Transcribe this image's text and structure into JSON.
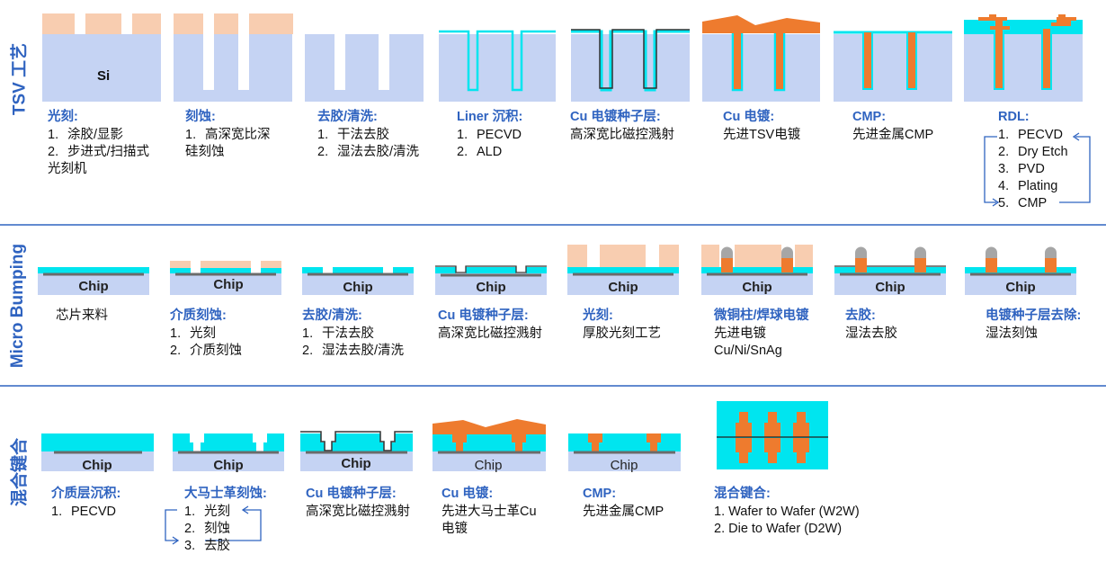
{
  "sections": {
    "tsv": "TSV 工艺",
    "micro": "Micro Bumping",
    "hybrid": "混合键合"
  },
  "diagram_labels": {
    "si": "Si",
    "chip": "Chip"
  },
  "tsv": [
    {
      "title": "光刻:",
      "items": [
        [
          "1.",
          "涂胶/显影"
        ],
        [
          "2.",
          "步进式/扫描式"
        ],
        [
          "",
          "光刻机"
        ]
      ]
    },
    {
      "title": "刻蚀:",
      "items": [
        [
          "1.",
          "高深宽比深"
        ],
        [
          "",
          "硅刻蚀"
        ]
      ]
    },
    {
      "title": "去胶/清洗:",
      "items": [
        [
          "1.",
          "干法去胶"
        ],
        [
          "2.",
          "湿法去胶/清洗"
        ]
      ]
    },
    {
      "title": "Liner 沉积:",
      "items": [
        [
          "1.",
          "PECVD"
        ],
        [
          "2.",
          "ALD"
        ]
      ]
    },
    {
      "title": "Cu 电镀种子层:",
      "items": [
        [
          "",
          "高深宽比磁控溅射"
        ]
      ]
    },
    {
      "title": "Cu 电镀:",
      "items": [
        [
          "",
          "先进TSV电镀"
        ]
      ]
    },
    {
      "title": "CMP:",
      "items": [
        [
          "",
          "先进金属CMP"
        ]
      ]
    },
    {
      "title": "RDL:",
      "items": [
        [
          "1.",
          "PECVD"
        ],
        [
          "2.",
          "Dry Etch"
        ],
        [
          "3.",
          "PVD"
        ],
        [
          "4.",
          "Plating"
        ],
        [
          "5.",
          "CMP"
        ]
      ]
    }
  ],
  "micro": [
    {
      "title": "",
      "items": [
        [
          "",
          "芯片来料"
        ]
      ]
    },
    {
      "title": "介质刻蚀:",
      "items": [
        [
          "1.",
          "光刻"
        ],
        [
          "2.",
          "介质刻蚀"
        ]
      ]
    },
    {
      "title": "去胶/清洗:",
      "items": [
        [
          "1.",
          "干法去胶"
        ],
        [
          "2.",
          "湿法去胶/清洗"
        ]
      ]
    },
    {
      "title": "Cu 电镀种子层:",
      "items": [
        [
          "",
          "高深宽比磁控溅射"
        ]
      ]
    },
    {
      "title": "光刻:",
      "items": [
        [
          "",
          "厚胶光刻工艺"
        ]
      ]
    },
    {
      "title": "微铜柱/焊球电镀",
      "items": [
        [
          "",
          "先进电镀"
        ],
        [
          "",
          "Cu/Ni/SnAg"
        ]
      ]
    },
    {
      "title": "去胶:",
      "items": [
        [
          "",
          "湿法去胶"
        ]
      ]
    },
    {
      "title": "电镀种子层去除:",
      "items": [
        [
          "",
          "湿法刻蚀"
        ]
      ]
    }
  ],
  "hybrid": [
    {
      "title": "介质层沉积:",
      "items": [
        [
          "1.",
          "PECVD"
        ]
      ]
    },
    {
      "title": "大马士革刻蚀:",
      "items": [
        [
          "1.",
          "光刻"
        ],
        [
          "2.",
          "刻蚀"
        ],
        [
          "3.",
          "去胶"
        ]
      ]
    },
    {
      "title": "Cu 电镀种子层:",
      "items": [
        [
          "",
          "高深宽比磁控溅射"
        ]
      ]
    },
    {
      "title": "Cu 电镀:",
      "items": [
        [
          "",
          "先进大马士革Cu"
        ],
        [
          "",
          "电镀"
        ]
      ]
    },
    {
      "title": "CMP:",
      "items": [
        [
          "",
          "先进金属CMP"
        ]
      ]
    },
    {
      "title": "混合键合:",
      "items": [
        [
          "",
          "1. Wafer to Wafer (W2W)"
        ],
        [
          "",
          "2. Die to Wafer (D2W)"
        ]
      ]
    }
  ],
  "colors": {
    "substrate": "#c5d3f3",
    "resist": "#f8cdb0",
    "liner": "#00e5ef",
    "copper": "#ee7b2e",
    "heading": "#2f63c0",
    "divider": "#2f63c0",
    "pad": "#6b6b6b",
    "solder": "#a6a6a6"
  }
}
